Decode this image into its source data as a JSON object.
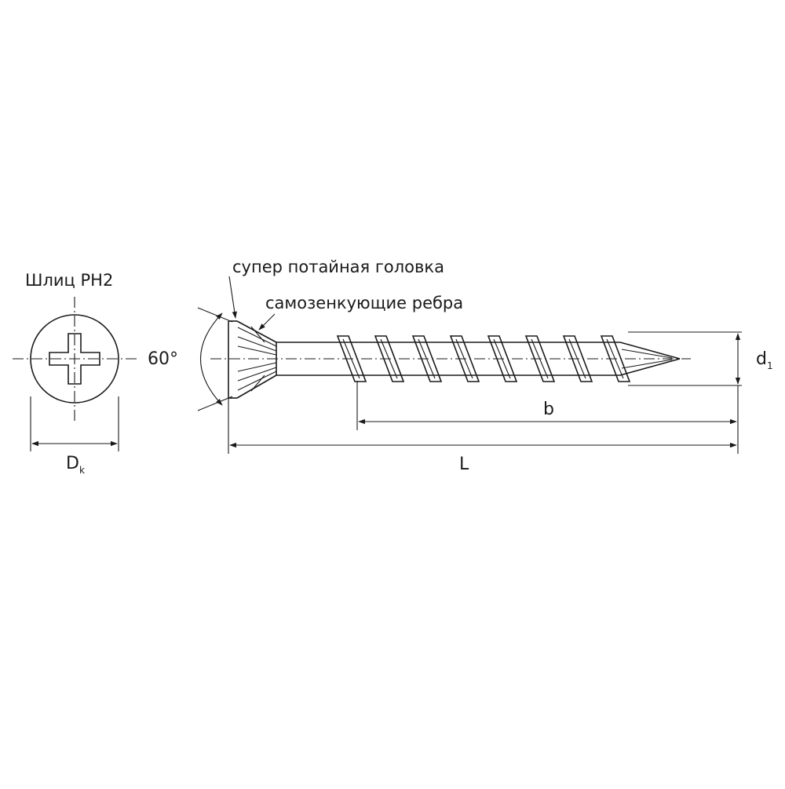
{
  "labels": {
    "slot": "Шлиц PH2",
    "head_type": "супер потайная головка",
    "ribs": "самозенкующие ребра",
    "angle": "60°"
  },
  "dimensions": {
    "head_diameter": {
      "main": "D",
      "sub": "k"
    },
    "thread_diameter": {
      "main": "d",
      "sub": "1"
    },
    "thread_length": "b",
    "total_length": "L"
  }
}
